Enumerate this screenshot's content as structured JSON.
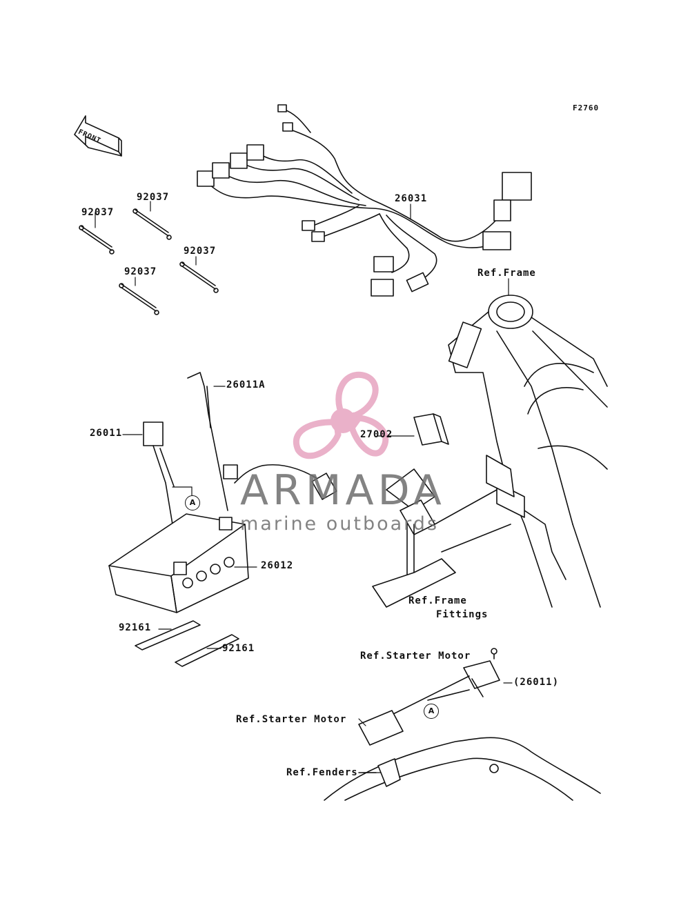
{
  "diagram": {
    "figure_code": "F2760",
    "front_arrow": "FRONT",
    "callouts": {
      "a_label": "A"
    },
    "part_labels": {
      "p92037_a": "92037",
      "p92037_b": "92037",
      "p92037_c": "92037",
      "p92037_d": "92037",
      "p26031": "26031",
      "p26011a": "26011A",
      "p26011": "26011",
      "p27002": "27002",
      "p26012": "26012",
      "p92161_a": "92161",
      "p92161_b": "92161",
      "p26011_paren": "(26011)"
    },
    "ref_labels": {
      "ref_frame": "Ref.Frame",
      "ref_frame_fittings_1": "Ref.Frame",
      "ref_frame_fittings_2": "Fittings",
      "ref_starter_motor_a": "Ref.Starter Motor",
      "ref_starter_motor_b": "Ref.Starter Motor",
      "ref_fenders": "Ref.Fenders"
    }
  },
  "watermark": {
    "brand": "ARMADA",
    "tagline": "marine outboards",
    "logo": "propeller-logo",
    "brand_color": "#e8a9c4"
  }
}
